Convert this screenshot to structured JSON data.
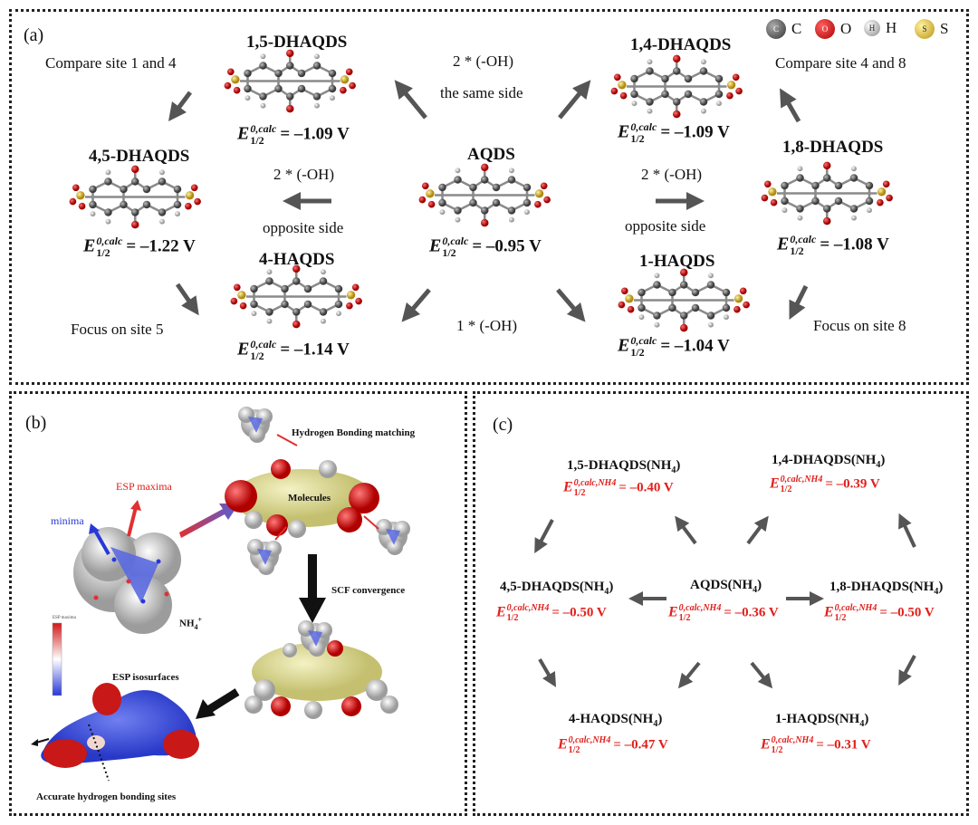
{
  "panel_a": {
    "label": "(a)",
    "legend": [
      {
        "symbol": "C",
        "label": "C",
        "color": "#555555"
      },
      {
        "symbol": "O",
        "label": "O",
        "color": "#d0141a"
      },
      {
        "symbol": "H",
        "label": "H",
        "color": "#dcdcdc"
      },
      {
        "symbol": "S",
        "label": "S",
        "color": "#e4c43c"
      }
    ],
    "center": {
      "name": "AQDS",
      "value": "= –0.95 V"
    },
    "dhaqds_15": {
      "name": "1,5-DHAQDS",
      "value": "= –1.09 V"
    },
    "dhaqds_14": {
      "name": "1,4-DHAQDS",
      "value": "= –1.09 V"
    },
    "dhaqds_45": {
      "name": "4,5-DHAQDS",
      "value": "= –1.22 V"
    },
    "dhaqds_18": {
      "name": "1,8-DHAQDS",
      "value": "= –1.08 V"
    },
    "haqds_4": {
      "name": "4-HAQDS",
      "value": "= –1.14 V"
    },
    "haqds_1": {
      "name": "1-HAQDS",
      "value": "= –1.04 V"
    },
    "compare_14": "Compare site 1 and 4",
    "compare_48": "Compare site 4 and 8",
    "focus_5": "Focus on site 5",
    "focus_8": "Focus on site 8",
    "same_side_1": "2 * (-OH)",
    "same_side_2": "the same side",
    "opp_left_1": "2 * (-OH)",
    "opp_left_2": "opposite side",
    "opp_right_1": "2 * (-OH)",
    "opp_right_2": "opposite side",
    "one_oh": "1 * (-OH)",
    "e_symbol": "E",
    "e_sup": "0,calc",
    "e_sub": "1/2"
  },
  "panel_b": {
    "label": "(b)",
    "hb_matching": "Hydrogen Bonding matching",
    "esp_maxima": "ESP maxima",
    "minima": "minima",
    "molecules": "Molecules",
    "nh4": "NH",
    "nh4_sub": "4",
    "nh4_sup": "+",
    "scf": "SCF convergence",
    "esp_iso": "ESP isosurfaces",
    "accurate": "Accurate hydrogen bonding sites",
    "colorbar_title": "ESP maxima"
  },
  "panel_c": {
    "label": "(c)",
    "e_symbol": "E",
    "e_sup": "0,calc,NH4",
    "e_sub": "1/2",
    "items": [
      {
        "name": "1,5-DHAQDS(NH",
        "value": "= –0.40 V"
      },
      {
        "name": "1,4-DHAQDS(NH",
        "value": "= –0.39 V"
      },
      {
        "name": "4,5-DHAQDS(NH",
        "value": "= –0.50 V"
      },
      {
        "name": "AQDS(NH",
        "value": "= –0.36 V"
      },
      {
        "name": "1,8-DHAQDS(NH",
        "value": "= –0.50 V"
      },
      {
        "name": "4-HAQDS(NH",
        "value": "= –0.47 V"
      },
      {
        "name": "1-HAQDS(NH",
        "value": "= –0.31 V"
      }
    ],
    "name_sub": "4",
    "name_close": ")"
  },
  "colors": {
    "arrow": "#555555",
    "red": "#e0201c",
    "esp_blue": "#4a5fd8",
    "esp_red": "#d42020",
    "mol_yellow": "#e2df9a"
  }
}
